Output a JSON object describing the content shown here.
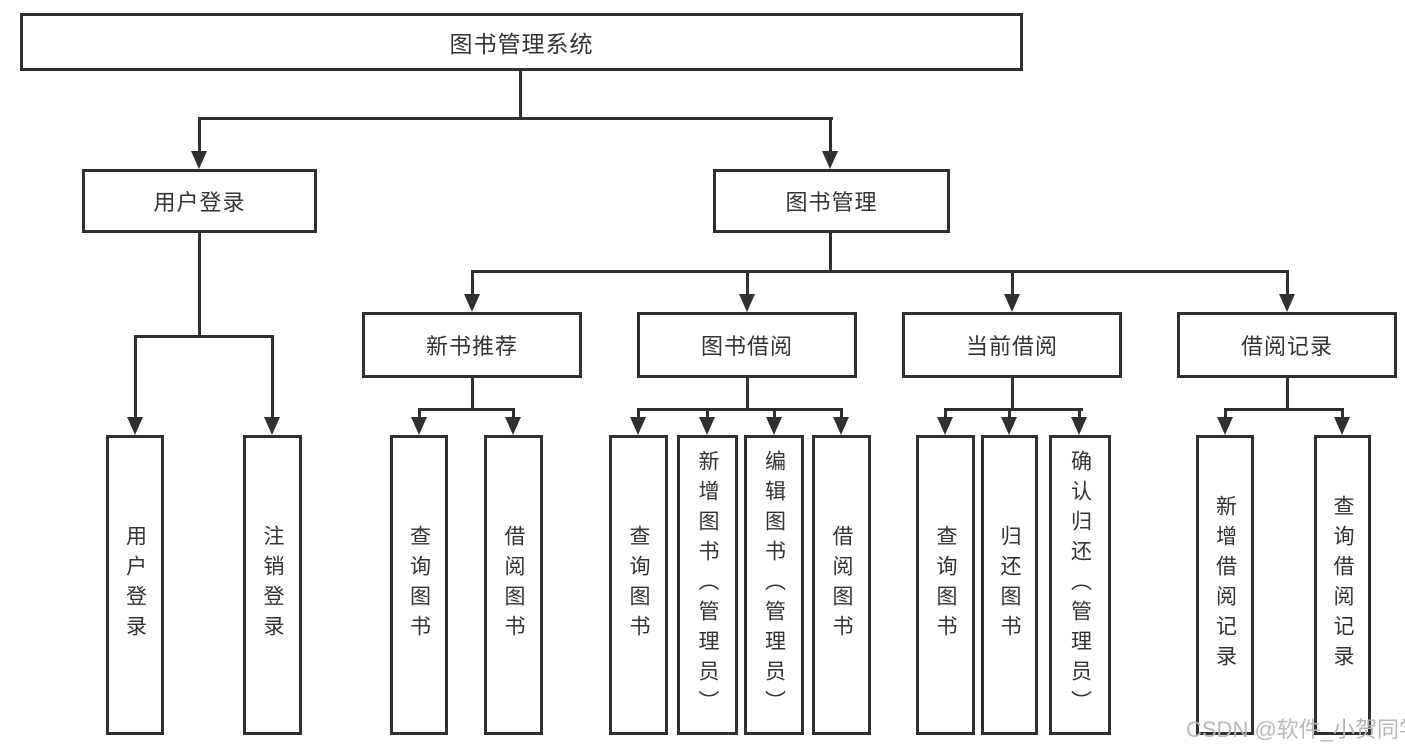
{
  "tree": {
    "root": {
      "label": "图书管理系统"
    },
    "branches": [
      {
        "label": "用户登录",
        "children": [
          {
            "label": "用户登录"
          },
          {
            "label": "注销登录"
          }
        ]
      },
      {
        "label": "图书管理",
        "children": [
          {
            "label": "新书推荐",
            "children": [
              {
                "label": "查询图书"
              },
              {
                "label": "借阅图书"
              }
            ]
          },
          {
            "label": "图书借阅",
            "children": [
              {
                "label": "查询图书"
              },
              {
                "label": "新增图书（管理员）"
              },
              {
                "label": "编辑图书（管理员）"
              },
              {
                "label": "借阅图书"
              }
            ]
          },
          {
            "label": "当前借阅",
            "children": [
              {
                "label": "查询图书"
              },
              {
                "label": "归还图书"
              },
              {
                "label": "确认归还（管理员）"
              }
            ]
          },
          {
            "label": "借阅记录",
            "children": [
              {
                "label": "新增借阅记录"
              },
              {
                "label": "查询借阅记录"
              }
            ]
          }
        ]
      }
    ]
  },
  "watermark": {
    "text": "CSDN @软件_小贺同学",
    "color": "#b8b8b8"
  },
  "colors": {
    "line": "#303030",
    "box_border": "#303030",
    "text": "#333333",
    "background": "#ffffff"
  }
}
